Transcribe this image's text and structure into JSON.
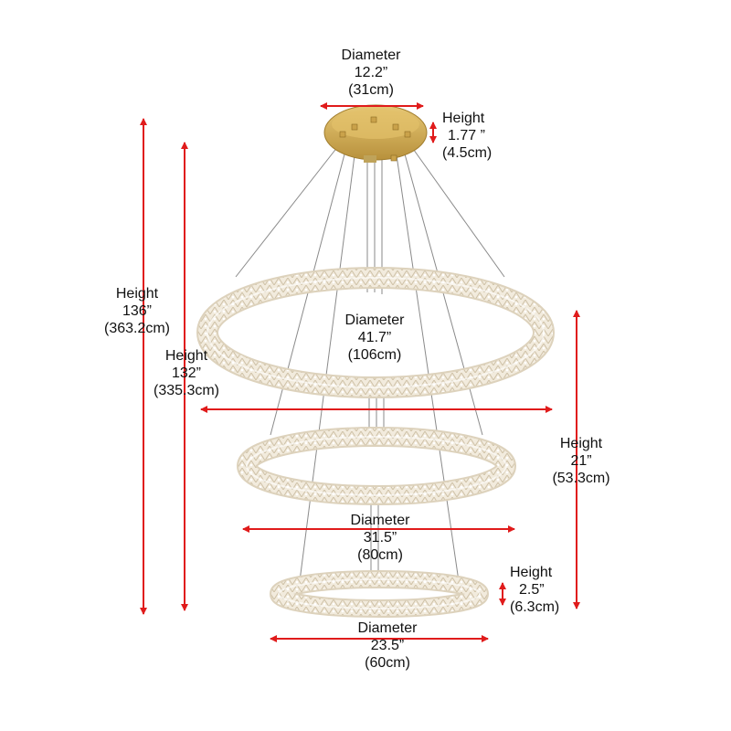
{
  "colors": {
    "arrow": "#e01b1b",
    "canopy": "#d8b45a",
    "wire": "#8a8a8a",
    "ring": "#efe6d6"
  },
  "canopy": {
    "dimension_word": "Diameter",
    "inches": "12.2”",
    "cm": "(31cm)",
    "height_word": "Height",
    "height_inches": "1.77 ”",
    "height_cm": "(4.5cm)"
  },
  "overall": {
    "height_word": "Height",
    "max_inches": "136”",
    "max_cm": "(363.2cm)",
    "min_inches": "132”",
    "min_cm": "(335.3cm)"
  },
  "top_ring": {
    "dimension_word": "Diameter",
    "inches": "41.7”",
    "cm": "(106cm)"
  },
  "ring_stack": {
    "height_word": "Height",
    "inches": "21”",
    "cm": "(53.3cm)"
  },
  "middle_ring": {
    "dimension_word": "Diameter",
    "inches": "31.5”",
    "cm": "(80cm)"
  },
  "bottom_ring": {
    "dimension_word": "Diameter",
    "inches": "23.5”",
    "cm": "(60cm)",
    "height_word": "Height",
    "height_inches": "2.5”",
    "height_cm": "(6.3cm)"
  }
}
